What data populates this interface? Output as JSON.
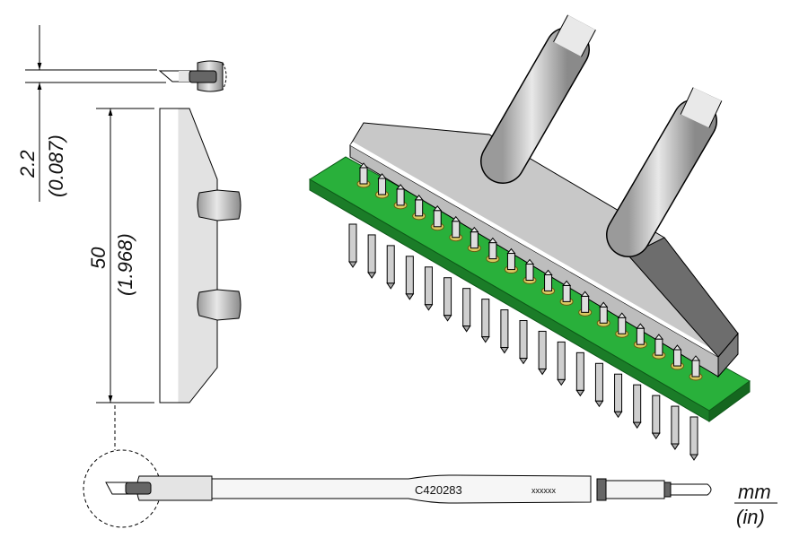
{
  "drawing": {
    "dim_thickness": {
      "mm": "2.2",
      "in": "(0.087)"
    },
    "dim_length": {
      "mm": "50",
      "in": "(1.968)"
    },
    "part_number": "C420283",
    "serial_placeholder": "xxxxxx",
    "units": {
      "mm": "mm",
      "in": "(in)"
    },
    "colors": {
      "pcb": "#22a035",
      "metal": "#d4d4d4",
      "dark": "#555555"
    },
    "pin_count": 19
  }
}
